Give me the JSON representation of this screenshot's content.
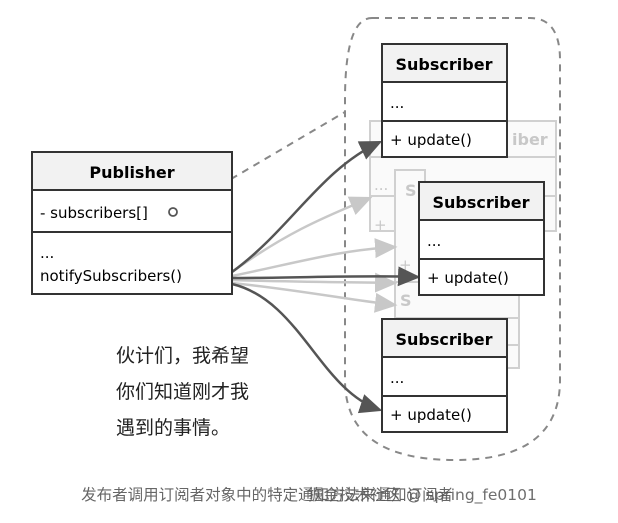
{
  "publisher": {
    "title": "Publisher",
    "field": "- subscribers[]",
    "ellipsis": "...",
    "method": "notifySubscribers()"
  },
  "subscriber": {
    "title": "Subscriber",
    "ellipsis": "...",
    "method": "+ update()"
  },
  "faded_fragments": [
    "iber",
    "S",
    "...",
    "+",
    "S",
    "+"
  ],
  "speech_lines": [
    "伙计们，我希望",
    "你们知道刚才我",
    "遇到的事情。"
  ],
  "caption": "发布者调用订阅者对象中的特定通知方法来通知订阅者",
  "watermark": "掘金技术社区 @ spring_fe0101",
  "colors": {
    "box_fill": "#ffffff",
    "header_fill": "#f2f2f2",
    "stroke": "#333333",
    "faded": "#d0d0d0",
    "arrow": "#555555"
  }
}
